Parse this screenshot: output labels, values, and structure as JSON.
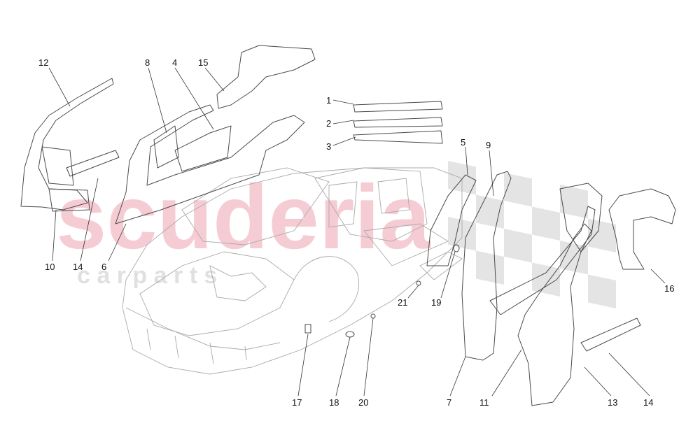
{
  "watermark": {
    "text": "scuderia",
    "subtext": "c a r    p a r t s",
    "color": "#f3bcc6"
  },
  "callouts": {
    "c1": "1",
    "c2": "2",
    "c3": "3",
    "c4": "4",
    "c5": "5",
    "c6": "6",
    "c7": "7",
    "c8": "8",
    "c9": "9",
    "c10": "10",
    "c11": "11",
    "c12": "12",
    "c13": "13",
    "c14a": "14",
    "c14b": "14",
    "c15": "15",
    "c16": "16",
    "c17": "17",
    "c18": "18",
    "c19": "19",
    "c20": "20",
    "c21": "21"
  }
}
